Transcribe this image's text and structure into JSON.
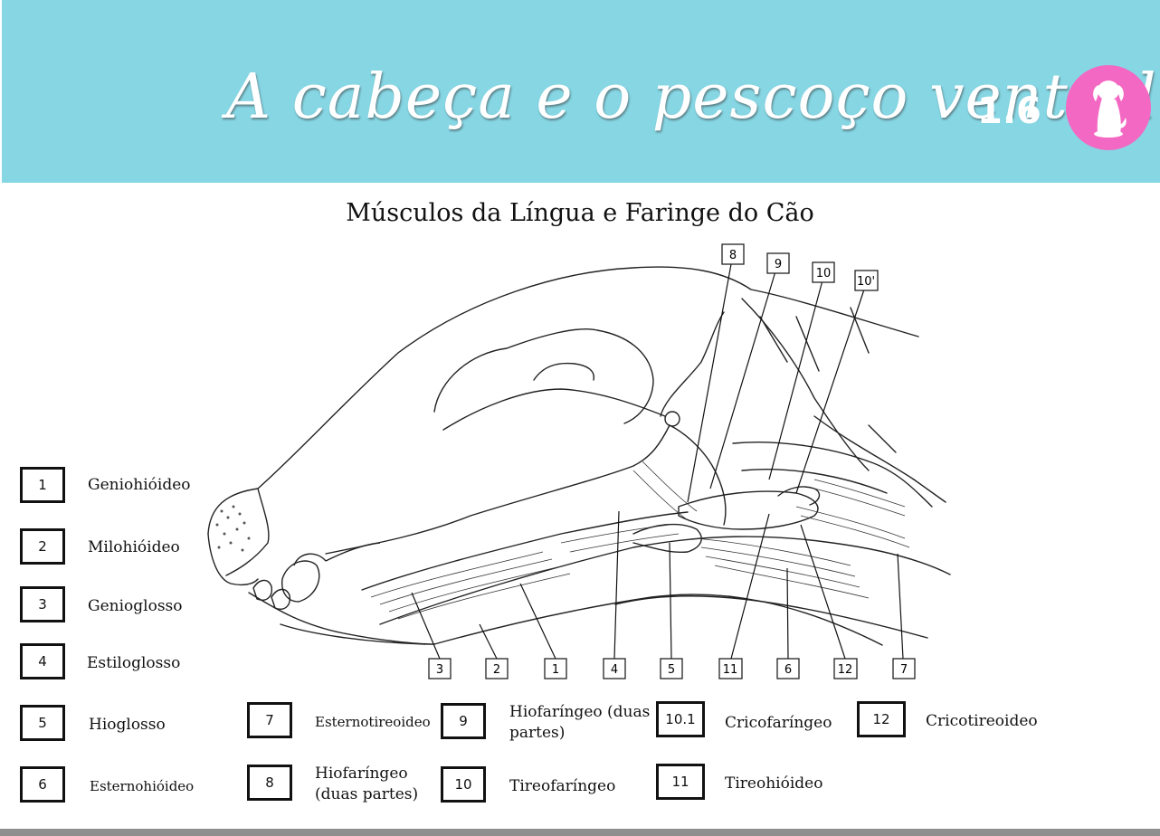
{
  "header": {
    "title": "A cabeça e o pescoço ventral",
    "section_number": "1.6",
    "badge_icon": "dog-silhouette-icon",
    "background_color": "#86d6e4",
    "badge_color": "#f368c2"
  },
  "diagram": {
    "title": "Músculos da Língua e Faringe do Cão",
    "callouts_top": [
      "8",
      "9",
      "10",
      "10'"
    ],
    "callouts_bottom": [
      "3",
      "2",
      "1",
      "4",
      "5",
      "11",
      "6",
      "12",
      "7"
    ]
  },
  "legend": [
    {
      "number": "1",
      "name": "Geniohióideo"
    },
    {
      "number": "2",
      "name": "Milohióideo"
    },
    {
      "number": "3",
      "name": "Genioglosso"
    },
    {
      "number": "4",
      "name": "Estiloglosso"
    },
    {
      "number": "5",
      "name": "Hioglosso"
    },
    {
      "number": "6",
      "name": "Esternohióideo"
    },
    {
      "number": "7",
      "name": "Esternotireoideo"
    },
    {
      "number": "8",
      "name": "Hiofaríngeo (duas partes)"
    },
    {
      "number": "9",
      "name": "Hiofaríngeo (duas partes)"
    },
    {
      "number": "10",
      "name": "Tireofaríngeo"
    },
    {
      "number": "10.1",
      "name": "Cricofaríngeo"
    },
    {
      "number": "11",
      "name": "Tireohióideo"
    },
    {
      "number": "12",
      "name": "Cricotireoideo"
    }
  ]
}
